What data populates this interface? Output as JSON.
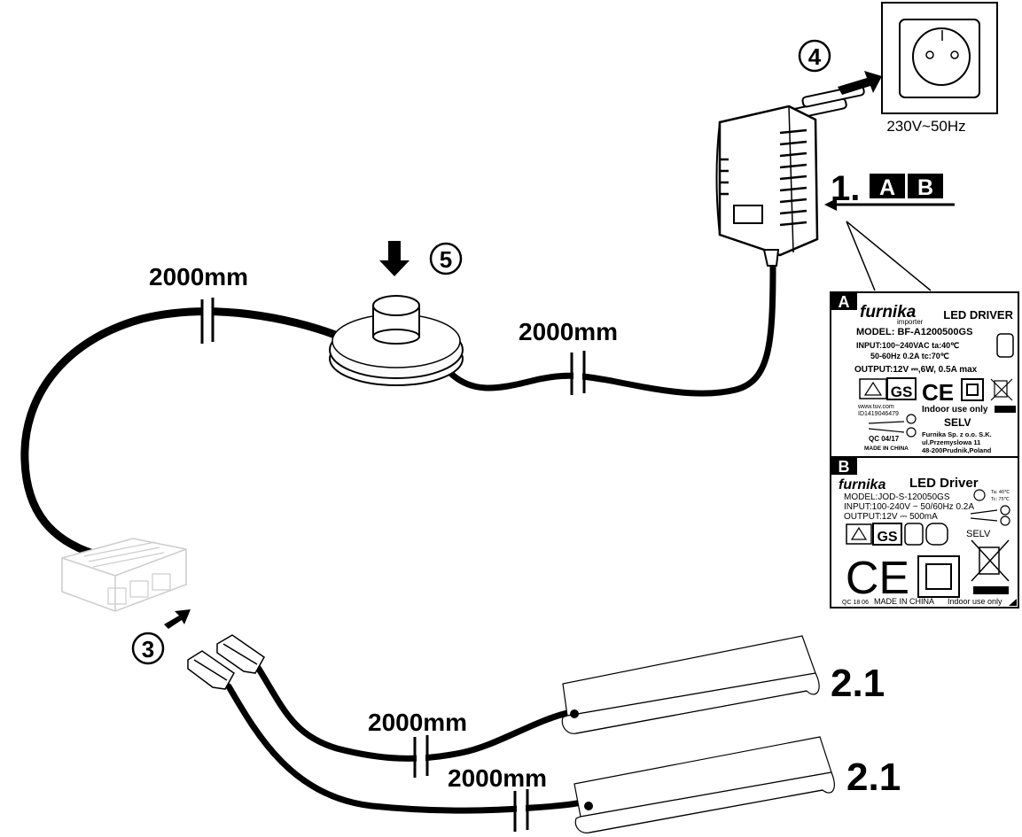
{
  "cable_lengths": {
    "left": "2000mm",
    "switch_to_driver": "2000mm",
    "strip_upper": "2000mm",
    "strip_lower": "2000mm"
  },
  "steps": {
    "s1": "1.",
    "s1_a": "A",
    "s1_b": "B",
    "s3": "3",
    "s4": "4",
    "s5": "5",
    "s21_upper": "2.1",
    "s21_lower": "2.1"
  },
  "socket_label": "230V~50Hz",
  "label_a": {
    "tag": "A",
    "brand": "furnika",
    "importer": "importer",
    "title": "LED DRIVER",
    "model": "MODEL: BF-A1200500GS",
    "input1": "INPUT:100~240VAC  ta:40℃",
    "input2": "50-60Hz 0.2A tc:70℃",
    "output": "OUTPUT:12V ⎓,6W, 0.5A max",
    "tuv": "www.tuv.com",
    "tuv_id": "ID1419046479",
    "indoor": "Indoor use only",
    "selv": "SELV",
    "company1": "Furnika Sp. z o.o. S.K.",
    "company2": "ul.Przemyslowa 11",
    "company3": "48-200Prudnik,Poland",
    "qc": "QC  04/17",
    "made": "MADE IN CHINA",
    "ce": "CE"
  },
  "label_b": {
    "tag": "B",
    "brand": "furnika",
    "title": "LED  Driver",
    "model": "MODEL:JOD-S-120050GS",
    "input": "INPUT:100-240V ~ 50/60Hz 0.2A",
    "output": "OUTPUT:12V ⎓  500mA",
    "ta": "Ta: 40℃",
    "tc": "Tc: 75℃",
    "selv": "SELV",
    "ce": "CE",
    "qc": "QC 18 06",
    "made": "MADE  IN  CHINA",
    "indoor": "Indoor use only"
  }
}
